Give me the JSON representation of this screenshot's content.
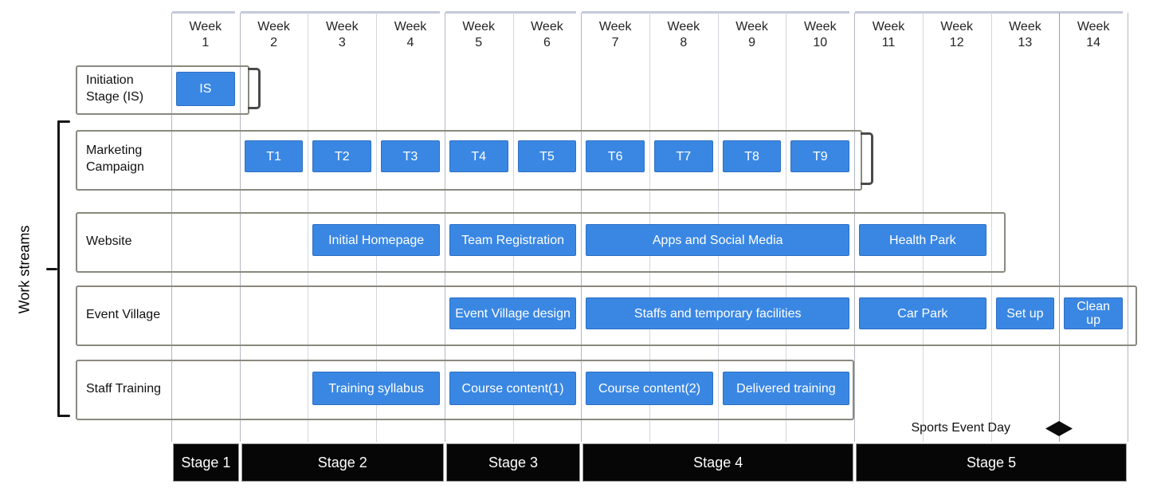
{
  "chart_data": {
    "type": "gantt",
    "title": "",
    "time_axis": {
      "unit_label": "Week",
      "weeks": [
        1,
        2,
        3,
        4,
        5,
        6,
        7,
        8,
        9,
        10,
        11,
        12,
        13,
        14
      ]
    },
    "group_label": "Work streams",
    "rows": [
      {
        "label": "Initiation Stage (IS)",
        "grouped": false,
        "bracket": true,
        "tasks": [
          {
            "name": "IS",
            "start": 1,
            "end": 1
          }
        ]
      },
      {
        "label": "Marketing Campaign",
        "grouped": true,
        "bracket": true,
        "tasks": [
          {
            "name": "T1",
            "start": 2,
            "end": 2
          },
          {
            "name": "T2",
            "start": 3,
            "end": 3
          },
          {
            "name": "T3",
            "start": 4,
            "end": 4
          },
          {
            "name": "T4",
            "start": 5,
            "end": 5
          },
          {
            "name": "T5",
            "start": 6,
            "end": 6
          },
          {
            "name": "T6",
            "start": 7,
            "end": 7
          },
          {
            "name": "T7",
            "start": 8,
            "end": 8
          },
          {
            "name": "T8",
            "start": 9,
            "end": 9
          },
          {
            "name": "T9",
            "start": 10,
            "end": 10
          }
        ]
      },
      {
        "label": "Website",
        "grouped": true,
        "bracket": false,
        "tasks": [
          {
            "name": "Initial Homepage",
            "start": 3,
            "end": 4
          },
          {
            "name": "Team Registration",
            "start": 5,
            "end": 6
          },
          {
            "name": "Apps and Social Media",
            "start": 7,
            "end": 10
          },
          {
            "name": "Health Park",
            "start": 11,
            "end": 12
          }
        ]
      },
      {
        "label": "Event Village",
        "grouped": true,
        "bracket": false,
        "tasks": [
          {
            "name": "Event Village design",
            "start": 5,
            "end": 6
          },
          {
            "name": "Staffs and temporary facilities",
            "start": 7,
            "end": 10
          },
          {
            "name": "Car Park",
            "start": 11,
            "end": 12
          },
          {
            "name": "Set up",
            "start": 13,
            "end": 13
          },
          {
            "name": "Clean up",
            "start": 14,
            "end": 14
          }
        ]
      },
      {
        "label": "Staff Training",
        "grouped": true,
        "bracket": false,
        "tasks": [
          {
            "name": "Training syllabus",
            "start": 3,
            "end": 4
          },
          {
            "name": "Course content(1)",
            "start": 5,
            "end": 6
          },
          {
            "name": "Course content(2)",
            "start": 7,
            "end": 8
          },
          {
            "name": "Delivered training",
            "start": 9,
            "end": 10
          }
        ]
      }
    ],
    "milestone": {
      "label": "Sports Event Day",
      "after_week": 13
    },
    "stages": [
      {
        "label": "Stage 1",
        "start": 1,
        "end": 1
      },
      {
        "label": "Stage 2",
        "start": 2,
        "end": 4
      },
      {
        "label": "Stage 3",
        "start": 5,
        "end": 6
      },
      {
        "label": "Stage 4",
        "start": 7,
        "end": 10
      },
      {
        "label": "Stage 5",
        "start": 11,
        "end": 14
      }
    ],
    "colors": {
      "task_fill": "#3a87e3",
      "task_border": "#2e6fc2",
      "task_text": "#ffffff",
      "stage_fill": "#060606",
      "stage_text": "#ffffff",
      "grid_line": "#d4d6de",
      "row_box_border": "#8a897f",
      "bracket": "#161616"
    }
  }
}
